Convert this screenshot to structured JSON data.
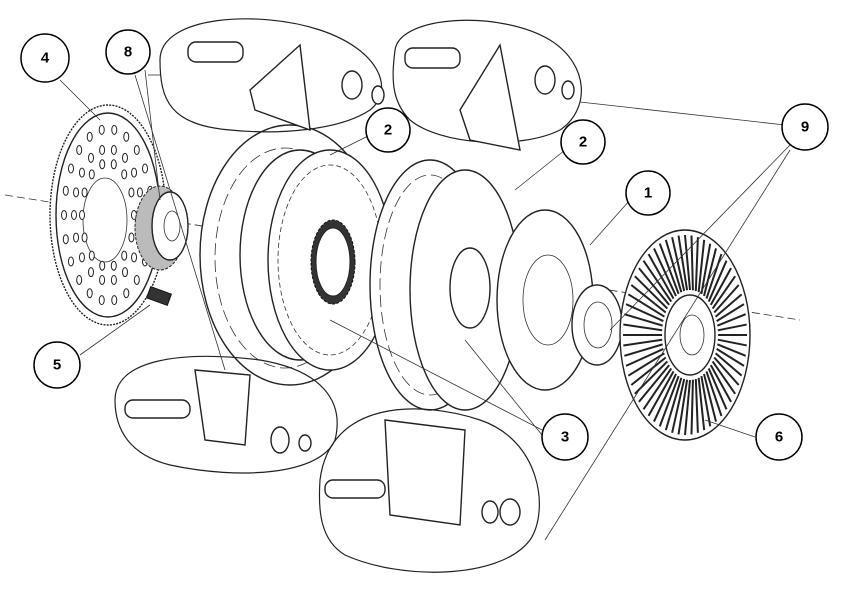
{
  "diagram": {
    "title": "Exploded clutch assembly",
    "callouts": [
      {
        "id": "callout-1",
        "label": "1"
      },
      {
        "id": "callout-2a",
        "label": "2"
      },
      {
        "id": "callout-2b",
        "label": "2"
      },
      {
        "id": "callout-3",
        "label": "3"
      },
      {
        "id": "callout-4",
        "label": "4"
      },
      {
        "id": "callout-5",
        "label": "5"
      },
      {
        "id": "callout-6",
        "label": "6"
      },
      {
        "id": "callout-8",
        "label": "8"
      },
      {
        "id": "callout-9",
        "label": "9"
      }
    ]
  }
}
